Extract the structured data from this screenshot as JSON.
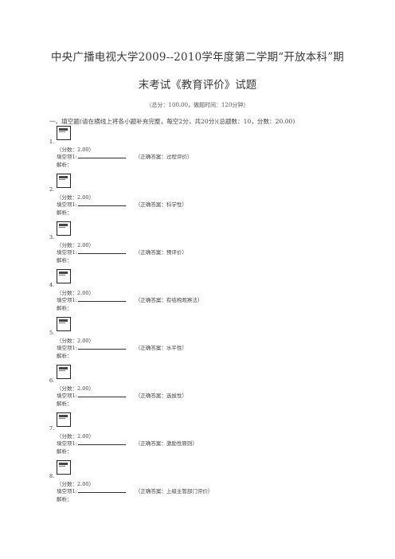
{
  "doc": {
    "title_line1": "中央广播电视大学2009--2010学年度第二学期“开放本科”期",
    "title_line2": "末考试《教育评价》试题",
    "meta": "（总分：100.00，做题时间：120分钟）",
    "section_heading": "一、填空题(请在横线上将各小题补充完整，每空2分，共20分)(总题数：10，分数：20.00)"
  },
  "questions": [
    {
      "num": "1.",
      "score": "（分数：2.00）",
      "fill_label": "填空项1:",
      "answer": "（正确答案：过程评价）",
      "jx_label": "解析："
    },
    {
      "num": "2.",
      "score": "（分数：2.00）",
      "fill_label": "填空项1:",
      "answer": "（正确答案：科学性）",
      "jx_label": "解析："
    },
    {
      "num": "3.",
      "score": "（分数：2.00）",
      "fill_label": "填空项1:",
      "answer": "（正确答案：预评价）",
      "jx_label": "解析："
    },
    {
      "num": "4.",
      "score": "（分数：2.00）",
      "fill_label": "填空项1:",
      "answer": "（正确答案：有结构观察法）",
      "jx_label": "解析："
    },
    {
      "num": "5.",
      "score": "（分数：2.00）",
      "fill_label": "填空项1:",
      "answer": "（正确答案：水平性）",
      "jx_label": "解析："
    },
    {
      "num": "6.",
      "score": "（分数：2.00）",
      "fill_label": "填空项1:",
      "answer": "（正确答案：选拔性）",
      "jx_label": "解析："
    },
    {
      "num": "7.",
      "score": "（分数：2.00）",
      "fill_label": "填空项1:",
      "answer": "（正确答案：激励性原则）",
      "jx_label": "解析："
    },
    {
      "num": "8.",
      "score": "（分数：2.00）",
      "fill_label": "填空项1:",
      "answer": "（正确答案：上级主管部门评价）",
      "jx_label": "解析："
    }
  ]
}
